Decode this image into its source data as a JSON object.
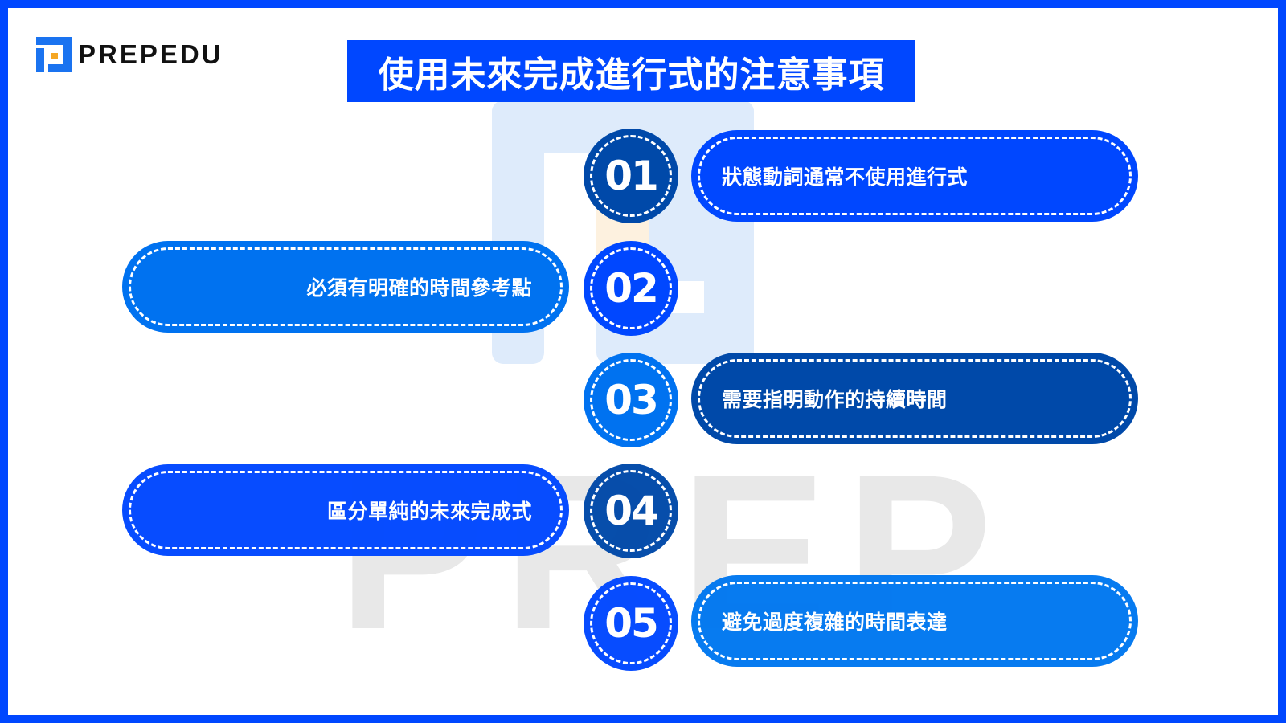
{
  "brand": {
    "logo_text": "PREPEDU",
    "icon": "prepedu-logo-icon",
    "watermark_text": "PREP"
  },
  "title": "使用未來完成進行式的注意事項",
  "colors": {
    "frame": "#0047ff",
    "bright_blue": "#0047ff",
    "medium_blue": "#0072f0",
    "navy_blue": "#0049a9",
    "logo_orange": "#f5a623",
    "watermark_blue": "#deebfb",
    "watermark_gray": "#e8e8e8"
  },
  "items": [
    {
      "number": "01",
      "text": "狀態動詞通常不使用進行式",
      "side": "right",
      "circle_color": "#0049a9",
      "pill_color": "#0047ff"
    },
    {
      "number": "02",
      "text": "必須有明確的時間參考點",
      "side": "left",
      "circle_color": "#0047ff",
      "pill_color": "#0072f0"
    },
    {
      "number": "03",
      "text": "需要指明動作的持續時間",
      "side": "right",
      "circle_color": "#0072f0",
      "pill_color": "#0049a9"
    },
    {
      "number": "04",
      "text": "區分單純的未來完成式",
      "side": "left",
      "circle_color": "#0049a9",
      "pill_color": "#0047ff"
    },
    {
      "number": "05",
      "text": "避免過度複雜的時間表達",
      "side": "right",
      "circle_color": "#0047ff",
      "pill_color": "#0072f0"
    }
  ]
}
